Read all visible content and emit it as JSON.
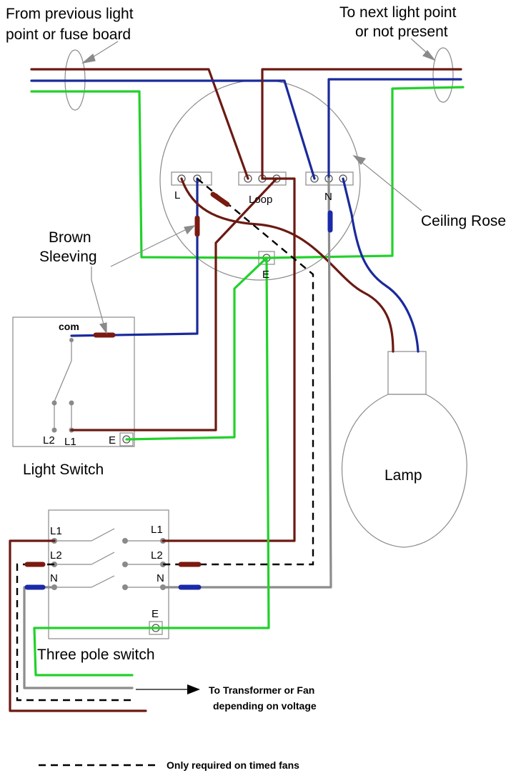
{
  "labels": {
    "from_previous_line1": "From previous light",
    "from_previous_line2": "point or fuse board",
    "to_next_line1": "To next light point",
    "to_next_line2": "or not present",
    "ceiling_rose": "Ceiling Rose",
    "brown_sleeving_line1": "Brown",
    "brown_sleeving_line2": "Sleeving",
    "rose_L": "L",
    "rose_loop": "Loop",
    "rose_N": "N",
    "rose_E": "E",
    "switch_com": "com",
    "switch_L2": "L2",
    "switch_L1": "L1",
    "switch_E": "E",
    "light_switch": "Light Switch",
    "lamp": "Lamp",
    "tp_L1_left": "L1",
    "tp_L1_right": "L1",
    "tp_L2_left": "L2",
    "tp_L2_right": "L2",
    "tp_N_left": "N",
    "tp_N_right": "N",
    "tp_E": "E",
    "three_pole_switch": "Three pole switch",
    "transformer_line1": "To Transformer or Fan",
    "transformer_line2": "depending on voltage",
    "legend_dashed": "Only required on timed fans"
  },
  "colors": {
    "live_brown": "#6b1a12",
    "neutral_blue": "#1a2a9c",
    "earth_green": "#22d12a",
    "switched_grey": "#8c8c8c",
    "dashed_black": "#000000",
    "sleeve_brown": "#7a1a10",
    "sleeve_blue": "#1a2aa8"
  }
}
